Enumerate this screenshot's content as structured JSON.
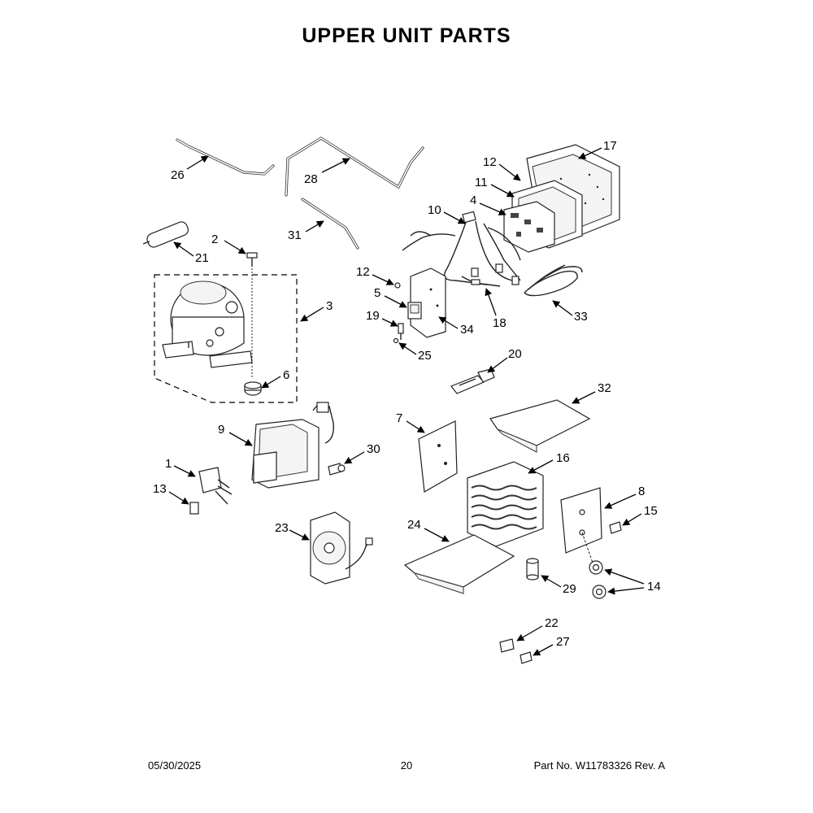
{
  "title": "UPPER UNIT PARTS",
  "footer": {
    "date": "05/30/2025",
    "page": "20",
    "part_no": "Part No.  W11783326  Rev.  A"
  },
  "callouts": [
    {
      "id": "c26",
      "label": "26"
    },
    {
      "id": "c28",
      "label": "28"
    },
    {
      "id": "c31",
      "label": "31"
    },
    {
      "id": "c21",
      "label": "21"
    },
    {
      "id": "c2",
      "label": "2"
    },
    {
      "id": "c3",
      "label": "3"
    },
    {
      "id": "c6",
      "label": "6"
    },
    {
      "id": "c17",
      "label": "17"
    },
    {
      "id": "c12a",
      "label": "12"
    },
    {
      "id": "c11",
      "label": "11"
    },
    {
      "id": "c4",
      "label": "4"
    },
    {
      "id": "c10",
      "label": "10"
    },
    {
      "id": "c12b",
      "label": "12"
    },
    {
      "id": "c5",
      "label": "5"
    },
    {
      "id": "c19",
      "label": "19"
    },
    {
      "id": "c25",
      "label": "25"
    },
    {
      "id": "c34",
      "label": "34"
    },
    {
      "id": "c18",
      "label": "18"
    },
    {
      "id": "c33",
      "label": "33"
    },
    {
      "id": "c20",
      "label": "20"
    },
    {
      "id": "c32",
      "label": "32"
    },
    {
      "id": "c9",
      "label": "9"
    },
    {
      "id": "c30",
      "label": "30"
    },
    {
      "id": "c1",
      "label": "1"
    },
    {
      "id": "c13",
      "label": "13"
    },
    {
      "id": "c7",
      "label": "7"
    },
    {
      "id": "c16",
      "label": "16"
    },
    {
      "id": "c8",
      "label": "8"
    },
    {
      "id": "c15",
      "label": "15"
    },
    {
      "id": "c23",
      "label": "23"
    },
    {
      "id": "c24",
      "label": "24"
    },
    {
      "id": "c29",
      "label": "29"
    },
    {
      "id": "c14",
      "label": "14"
    },
    {
      "id": "c22",
      "label": "22"
    },
    {
      "id": "c27",
      "label": "27"
    }
  ]
}
